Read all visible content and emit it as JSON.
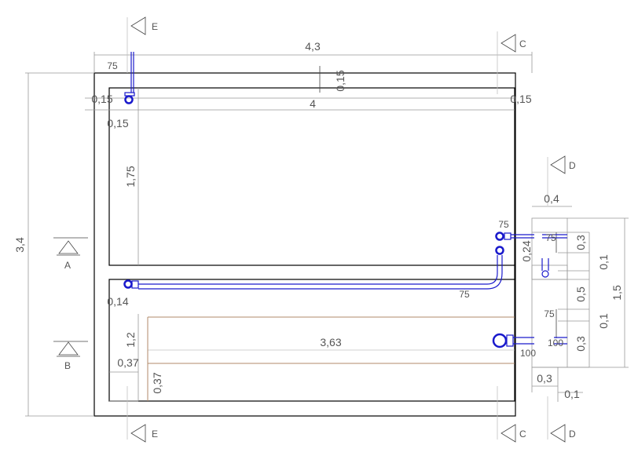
{
  "dimensions": {
    "overall_width": "4,3",
    "inner_width": "4",
    "top_wall": "0,15",
    "left_wall_h": "0,15",
    "left_wall_v": "0,15",
    "right_wall": "0,15",
    "upper_depth": "1,75",
    "overall_height": "3,4",
    "middle_wall": "0,14",
    "lower_depth": "1,2",
    "bottom_wall": "0,37",
    "bottom_wall_v": "0,37",
    "channel_length": "3,63",
    "box_width": "0,4",
    "box_gap_a": "0,24",
    "box_top": "0,3",
    "box_mid_a": "0,1",
    "box_middle": "0,5",
    "box_mid_b": "0,1",
    "box_bottom": "0,3",
    "box_total": "1,5",
    "box_base": "0,3",
    "box_base_wall": "0,1"
  },
  "pipes": {
    "top_left": "75",
    "right_inlet": "75",
    "right_box_a": "75",
    "right_box_b": "75",
    "bend": "75",
    "main_outlet_a": "100",
    "main_outlet_b": "100"
  },
  "sections": {
    "a": "A",
    "b": "B",
    "c_top": "C",
    "c_bottom": "C",
    "d_top": "D",
    "d_bottom": "D",
    "e_top": "E",
    "e_bottom": "E"
  }
}
